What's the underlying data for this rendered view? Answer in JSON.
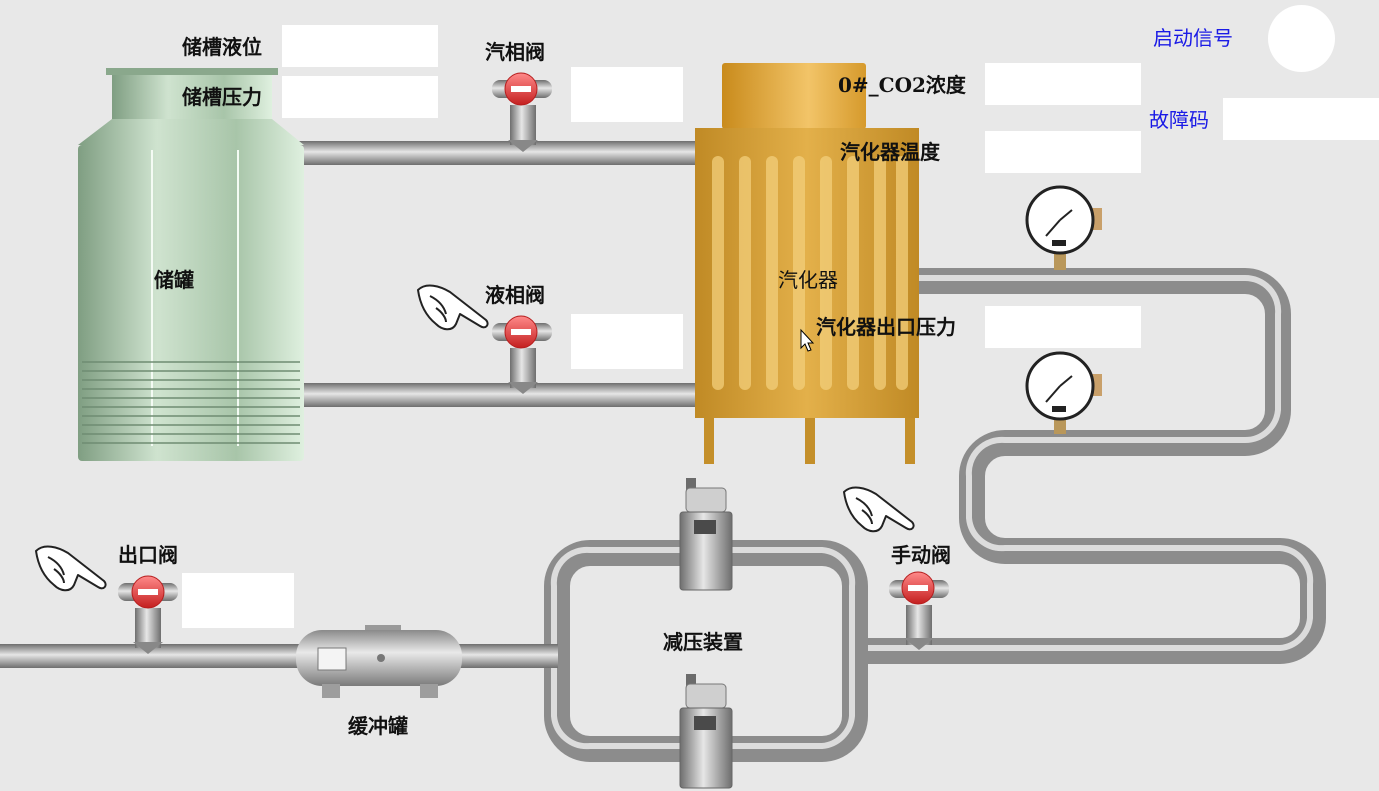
{
  "colors": {
    "background": "#e8e8e8",
    "tank": "#a8c9a8",
    "vaporizer": "#d4a235",
    "pipe": "#9e9e9e",
    "valve_red": "#e83a3a",
    "signal_text": "#1a1ae6"
  },
  "labels": {
    "tank_level": "储槽液位",
    "tank_pressure": "储槽压力",
    "vapor_valve": "汽相阀",
    "co2_conc": "0#_CO2浓度",
    "vaporizer_temp": "汽化器温度",
    "start_signal": "启动信号",
    "fault_code": "故障码",
    "storage_tank": "储罐",
    "liquid_valve": "液相阀",
    "vaporizer": "汽化器",
    "vaporizer_outlet_pressure": "汽化器出口压力",
    "outlet_valve": "出口阀",
    "manual_valve": "手动阀",
    "pressure_reducer": "减压装置",
    "buffer_tank": "缓冲罐"
  },
  "values": {
    "tank_level": "",
    "tank_pressure": "",
    "vapor_valve_state": "",
    "co2_conc": "",
    "vaporizer_temp": "",
    "fault_code": "",
    "liquid_valve_state": "",
    "vaporizer_outlet_pressure": "",
    "outlet_valve_state": ""
  },
  "icons": [
    "hand-pointer-icon",
    "valve-icon",
    "pressure-gauge-icon",
    "mouse-cursor-icon",
    "status-lamp-icon"
  ]
}
